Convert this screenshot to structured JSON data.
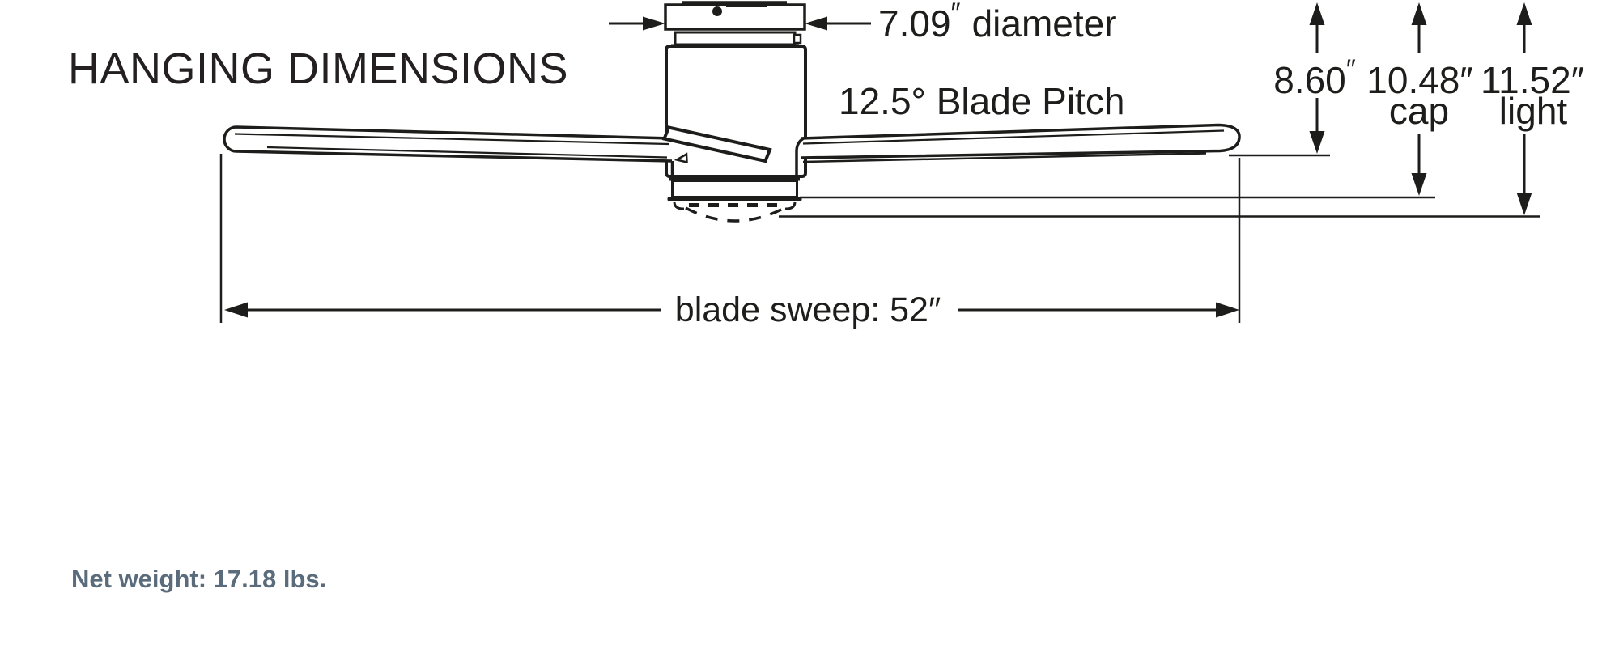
{
  "title": "HANGING DIMENSIONS",
  "colors": {
    "ink": "#1d1d1b",
    "slate_accent": "#5a6b7b",
    "background": "#ffffff"
  },
  "diagram": {
    "diameter": {
      "value": "7.09",
      "unit": "″",
      "label": "diameter"
    },
    "blade_pitch": "12.5° Blade Pitch",
    "blade_sweep": "blade sweep: 52″",
    "heights": [
      {
        "value": "8.60",
        "unit": "″",
        "label": ""
      },
      {
        "value": "10.48",
        "unit": "″",
        "label": "cap"
      },
      {
        "value": "11.52",
        "unit": "″",
        "label": "light"
      }
    ]
  },
  "footer": {
    "net_weight": "Net weight: 17.18 lbs."
  }
}
